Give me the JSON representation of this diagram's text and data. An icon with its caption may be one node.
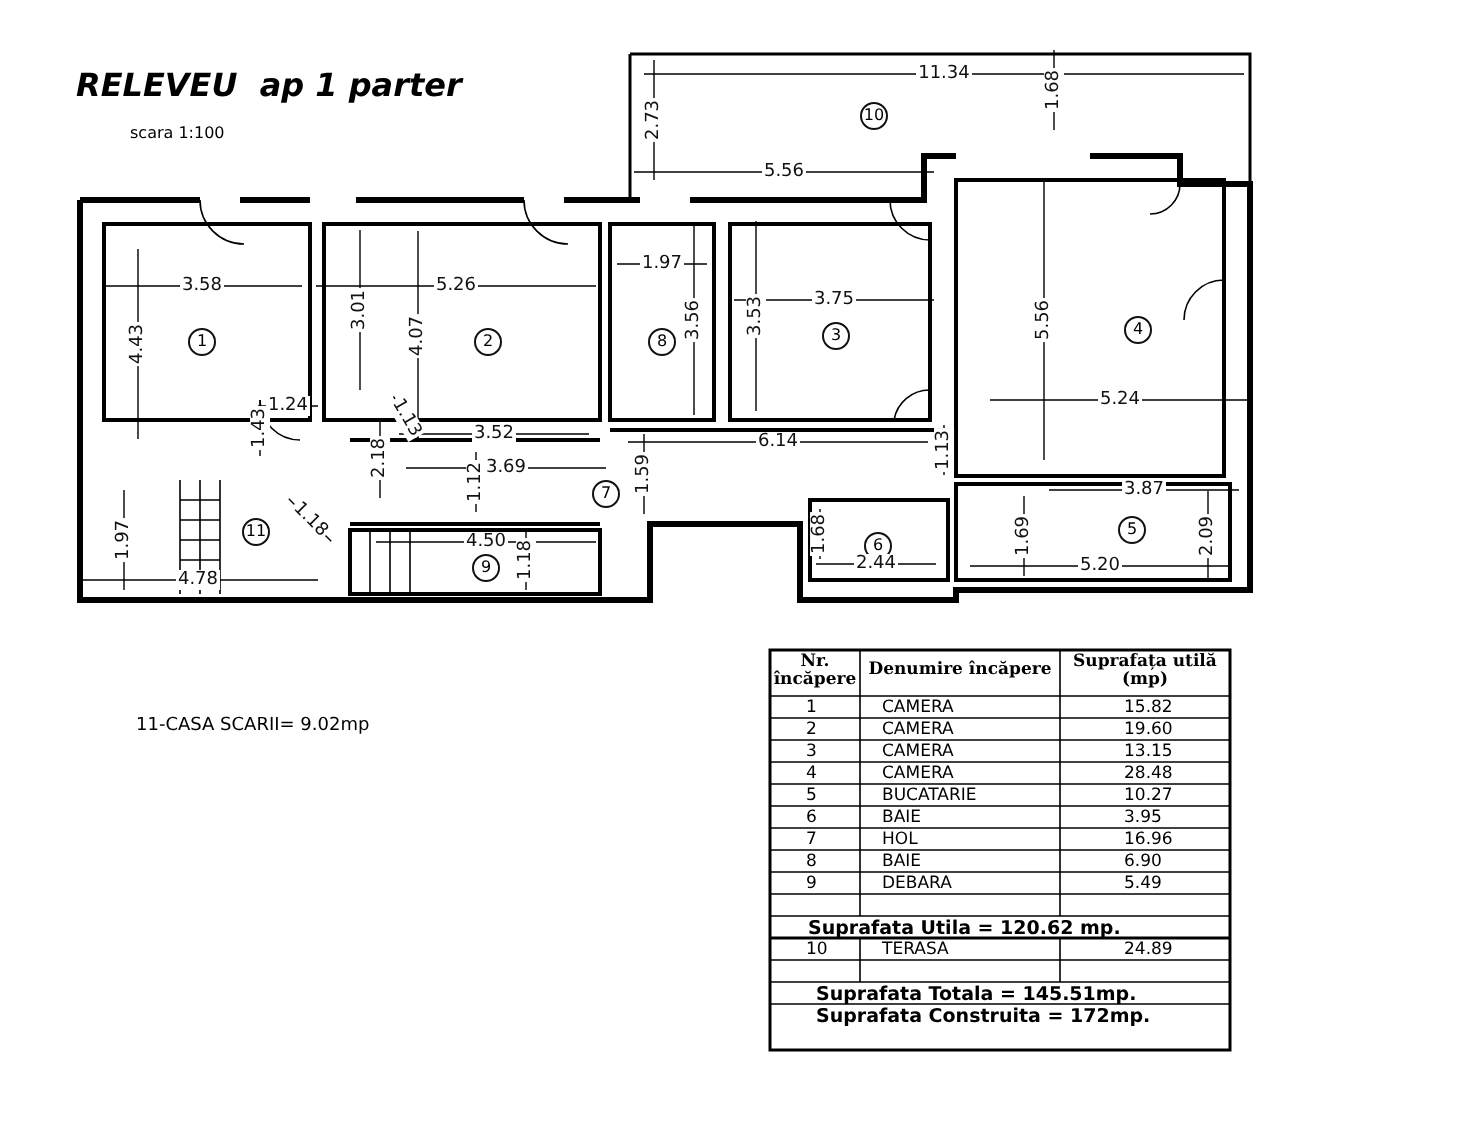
{
  "diagram": {
    "title": "RELEVEU  ap 1 parter",
    "labels": [
      "scara 1:100",
      "11.34",
      "1.68",
      "2.73",
      "10",
      "5.56",
      "3.58",
      "3.01",
      "5.26",
      "1.97",
      "4.43",
      "4.07",
      "3.56",
      "3.53",
      "3.75",
      "5.56",
      "1",
      "2",
      "8",
      "3",
      "4",
      "1.24",
      "1.13",
      "3.52",
      "5.24",
      "1.43",
      "2.18",
      "6.14",
      "3.69",
      "1.12",
      "1.59",
      "1.13",
      "7",
      "3.87",
      "11",
      "1.18",
      "1.97",
      "1.68",
      "6",
      "1.69",
      "2.09",
      "5",
      "4.50",
      "1.18",
      "9",
      "2.44",
      "5.20",
      "4.78",
      "11-CASA SCARII= 9.02mp",
      "Nr. încăpere",
      "Denumire încăpere",
      "Suprafața utilă (mp)",
      "1",
      "CAMERA",
      "15.82",
      "2",
      "CAMERA",
      "19.60",
      "3",
      "CAMERA",
      "13.15",
      "4",
      "CAMERA",
      "28.48",
      "5",
      "BUCATARIE",
      "10.27",
      "6",
      "BAIE",
      "3.95",
      "7",
      "HOL",
      "16.96",
      "8",
      "BAIE",
      "6.90",
      "9",
      "DEBARA",
      "5.49",
      "Suprafata Utila = 120.62 mp.",
      "10",
      "TERASA",
      "24.89",
      "Suprafata Totala = 145.51mp.",
      "Suprafata Construita = 172mp."
    ]
  }
}
